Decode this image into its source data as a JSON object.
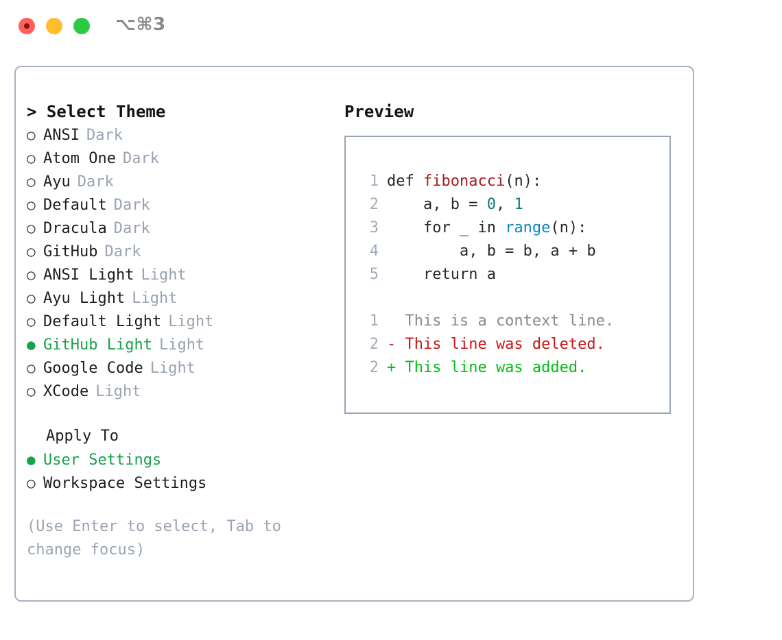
{
  "titlebar": {
    "shortcut": "⌥⌘3",
    "buttons": [
      "close",
      "minimize",
      "maximize"
    ]
  },
  "theme_panel": {
    "heading": "> Select Theme",
    "bullet_selected": "●",
    "bullet_unselected": "○",
    "accent_color": "#16A34A",
    "items": [
      {
        "bullet": "○",
        "name": "ANSI",
        "tag": "Dark",
        "selected": false
      },
      {
        "bullet": "○",
        "name": "Atom One",
        "tag": "Dark",
        "selected": false
      },
      {
        "bullet": "○",
        "name": "Ayu",
        "tag": "Dark",
        "selected": false
      },
      {
        "bullet": "○",
        "name": "Default",
        "tag": "Dark",
        "selected": false
      },
      {
        "bullet": "○",
        "name": "Dracula",
        "tag": "Dark",
        "selected": false
      },
      {
        "bullet": "○",
        "name": "GitHub",
        "tag": "Dark",
        "selected": false
      },
      {
        "bullet": "○",
        "name": "ANSI Light",
        "tag": "Light",
        "selected": false
      },
      {
        "bullet": "○",
        "name": "Ayu Light",
        "tag": "Light",
        "selected": false
      },
      {
        "bullet": "○",
        "name": "Default Light",
        "tag": "Light",
        "selected": false
      },
      {
        "bullet": "●",
        "name": "GitHub Light",
        "tag": "Light",
        "selected": true
      },
      {
        "bullet": "○",
        "name": "Google Code",
        "tag": "Light",
        "selected": false
      },
      {
        "bullet": "○",
        "name": "XCode",
        "tag": "Light",
        "selected": false
      }
    ]
  },
  "apply_to": {
    "label": "Apply To",
    "options": [
      {
        "bullet": "●",
        "name": "User Settings",
        "selected": true
      },
      {
        "bullet": "○",
        "name": "Workspace Settings",
        "selected": false
      }
    ]
  },
  "hint": "(Use Enter to select, Tab to change focus)",
  "preview": {
    "heading": "Preview",
    "code_lines": [
      {
        "number": "1",
        "tokens": [
          {
            "text": "def ",
            "kind": "plain"
          },
          {
            "text": "fibonacci",
            "kind": "func"
          },
          {
            "text": "(n):",
            "kind": "plain"
          }
        ]
      },
      {
        "number": "2",
        "tokens": [
          {
            "text": "    a, b = ",
            "kind": "plain"
          },
          {
            "text": "0",
            "kind": "num"
          },
          {
            "text": ", ",
            "kind": "plain"
          },
          {
            "text": "1",
            "kind": "num"
          }
        ]
      },
      {
        "number": "3",
        "tokens": [
          {
            "text": "    for _ in ",
            "kind": "plain"
          },
          {
            "text": "range",
            "kind": "builtin"
          },
          {
            "text": "(n):",
            "kind": "plain"
          }
        ]
      },
      {
        "number": "4",
        "tokens": [
          {
            "text": "        a, b = b, a + b",
            "kind": "plain"
          }
        ]
      },
      {
        "number": "5",
        "tokens": [
          {
            "text": "    return a",
            "kind": "plain"
          }
        ]
      }
    ],
    "diff_lines": [
      {
        "number": "1",
        "text": "  This is a context line.",
        "kind": "context"
      },
      {
        "number": "2",
        "text": "- This line was deleted.",
        "kind": "deleted"
      },
      {
        "number": "2",
        "text": "+ This line was added.",
        "kind": "added"
      }
    ]
  },
  "colors": {
    "accent_green": "#16A34A",
    "diff_deleted": "#CC1616",
    "diff_added": "#00BF14",
    "syntax_function": "#A51E1E",
    "syntax_number": "#0E7C7B",
    "syntax_builtin": "#0B86C4",
    "muted_tag": "#99A3B1",
    "gutter": "#A2ACBA",
    "panel_border": "#A7B1BE",
    "preview_border": "#9AA5B3"
  }
}
